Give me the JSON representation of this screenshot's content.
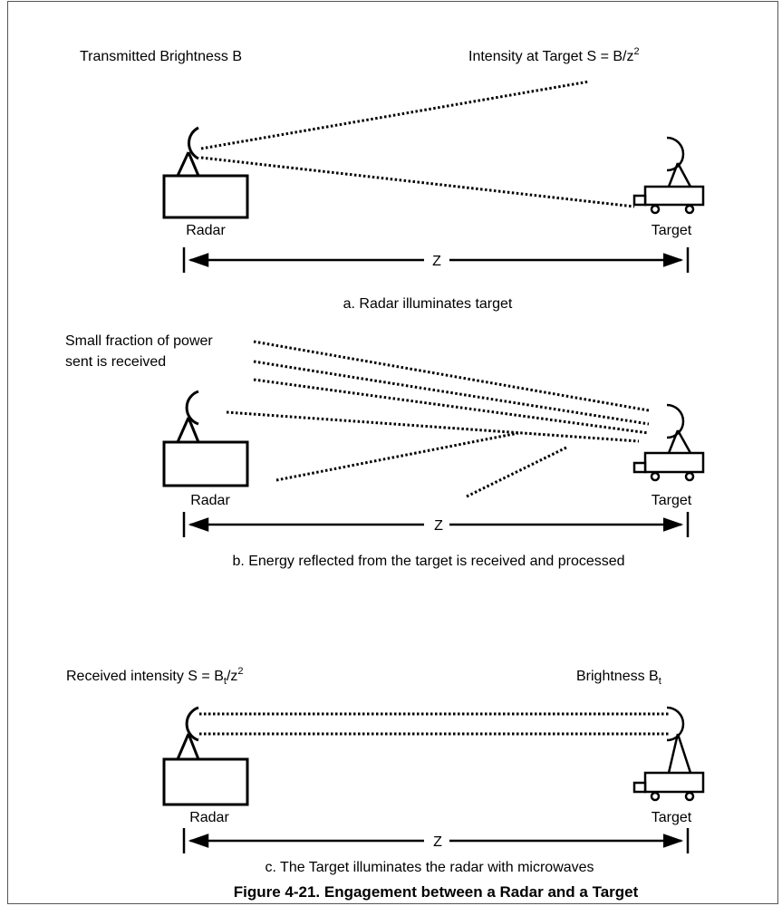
{
  "panel_a": {
    "left_label": "Transmitted Brightness B",
    "right_label_prefix": "Intensity at Target S = B/z",
    "right_label_sup": "2",
    "radar_label": "Radar",
    "target_label": "Target",
    "distance_label": "Z",
    "caption": "a. Radar illuminates target"
  },
  "panel_b": {
    "note_line1": "Small fraction of power",
    "note_line2": "sent is received",
    "radar_label": "Radar",
    "target_label": "Target",
    "distance_label": "Z",
    "caption": "b. Energy reflected from the target is received and processed"
  },
  "panel_c": {
    "left_label_prefix": "Received intensity S = B",
    "left_label_sub": "t",
    "left_label_mid": "/z",
    "left_label_sup": "2",
    "right_label_prefix": "Brightness B",
    "right_label_sub": "t",
    "radar_label": "Radar",
    "target_label": "Target",
    "distance_label": "Z",
    "caption": "c. The Target illuminates the radar with microwaves"
  },
  "figure_caption": "Figure 4-21. Engagement between a Radar and a Target",
  "colors": {
    "ink": "#000000",
    "frame": "#555555",
    "background": "#ffffff"
  }
}
